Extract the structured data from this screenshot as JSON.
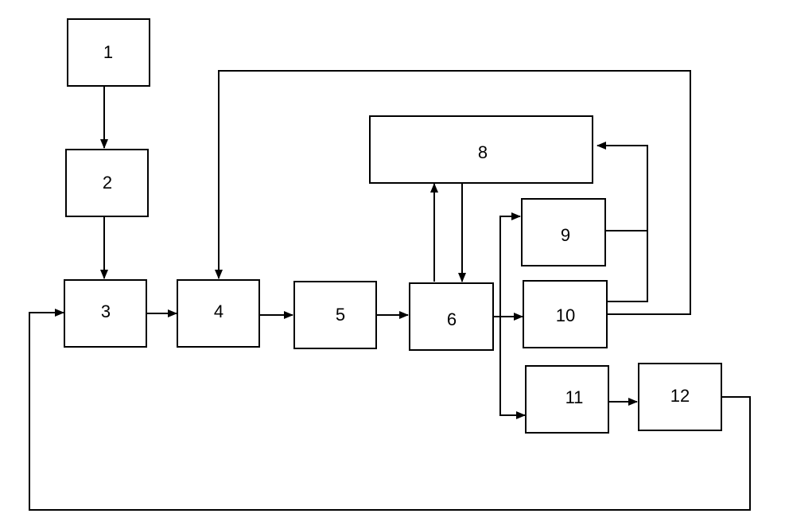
{
  "diagram": {
    "nodes": [
      {
        "id": "n1",
        "label": "1"
      },
      {
        "id": "n2",
        "label": "2"
      },
      {
        "id": "n3",
        "label": "3"
      },
      {
        "id": "n4",
        "label": "4"
      },
      {
        "id": "n5",
        "label": "5"
      },
      {
        "id": "n6",
        "label": "6"
      },
      {
        "id": "n8",
        "label": "8"
      },
      {
        "id": "n9",
        "label": "9"
      },
      {
        "id": "n10",
        "label": "10"
      },
      {
        "id": "n11",
        "label": "11"
      },
      {
        "id": "n12",
        "label": "12"
      }
    ],
    "connections": [
      {
        "from": "1",
        "to": "2"
      },
      {
        "from": "2",
        "to": "3"
      },
      {
        "from": "3",
        "to": "4"
      },
      {
        "from": "4",
        "to": "5"
      },
      {
        "from": "5",
        "to": "6"
      },
      {
        "from": "6",
        "to": "8"
      },
      {
        "from": "8",
        "to": "6"
      },
      {
        "from": "6",
        "to": "9"
      },
      {
        "from": "6",
        "to": "10"
      },
      {
        "from": "6",
        "to": "11"
      },
      {
        "from": "9",
        "to": "8"
      },
      {
        "from": "10",
        "to": "8"
      },
      {
        "from": "10",
        "to": "4"
      },
      {
        "from": "11",
        "to": "12"
      },
      {
        "from": "12",
        "to": "3"
      }
    ]
  }
}
